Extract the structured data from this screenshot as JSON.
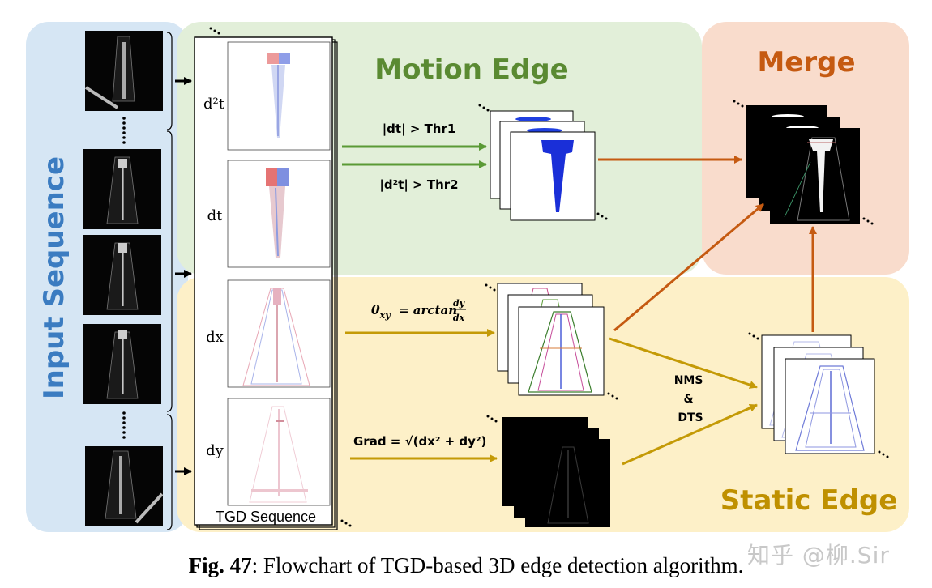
{
  "panels": {
    "input": "Input Sequence",
    "motion": "Motion Edge",
    "merge": "Merge",
    "static": "Static Edge"
  },
  "tgd": {
    "label": "TGD Sequence",
    "channels": [
      "d²t",
      "dt",
      "dx",
      "dy"
    ]
  },
  "formulas": {
    "dt_thr": "|dt| > Thr1",
    "d2t_thr": "|d²t| > Thr2",
    "theta_lhs": "θ",
    "theta_sub": "xy",
    "theta_rhs": "= arctan",
    "frac_num": "dy",
    "frac_den": "dx",
    "grad": "Grad = √(dx² + dy²)",
    "nms_lines": [
      "NMS",
      "&",
      "DTS"
    ]
  },
  "caption": {
    "fig": "Fig. 47",
    "text": ": Flowchart of TGD-based 3D edge detection algorithm."
  },
  "watermark": "知乎 @柳.Sir",
  "colors": {
    "input_bg": "#d6e6f4",
    "motion_bg": "#e2efd9",
    "merge_bg": "#f9dccc",
    "static_bg": "#fdf0c8",
    "input_text": "#3b7cc1",
    "motion_text": "#5a8a32",
    "merge_text": "#c55a11",
    "static_text": "#bf9000",
    "green_arrow": "#5a9a35",
    "orange_arrow": "#c55a11",
    "gold_arrow": "#c49a06"
  }
}
